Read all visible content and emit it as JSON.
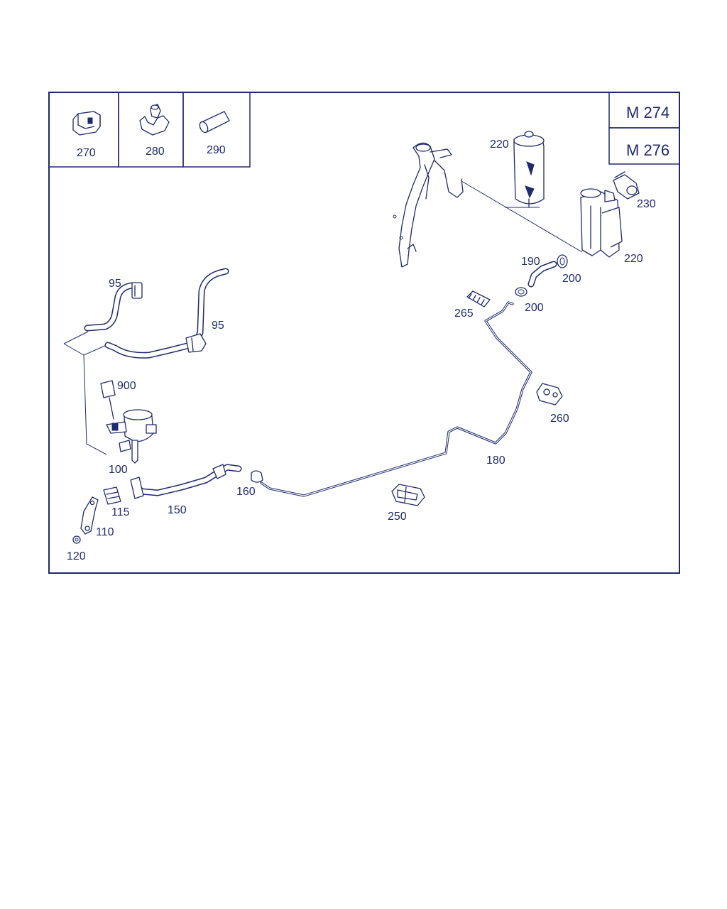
{
  "engines": [
    "M 274",
    "M 276"
  ],
  "legend_parts": [
    {
      "number": "270",
      "icon": "clip-icon"
    },
    {
      "number": "280",
      "icon": "holder-icon"
    },
    {
      "number": "290",
      "icon": "sleeve-icon"
    }
  ],
  "callouts": {
    "p95a": "95",
    "p95b": "95",
    "p900": "900",
    "p100": "100",
    "p115": "115",
    "p110": "110",
    "p120": "120",
    "p150": "150",
    "p160": "160",
    "p180": "180",
    "p190": "190",
    "p200a": "200",
    "p200b": "200",
    "p220a": "220",
    "p220b": "220",
    "p230": "230",
    "p250": "250",
    "p260": "260",
    "p265": "265"
  },
  "colors": {
    "line": "#1f2a6e",
    "background": "#ffffff"
  }
}
